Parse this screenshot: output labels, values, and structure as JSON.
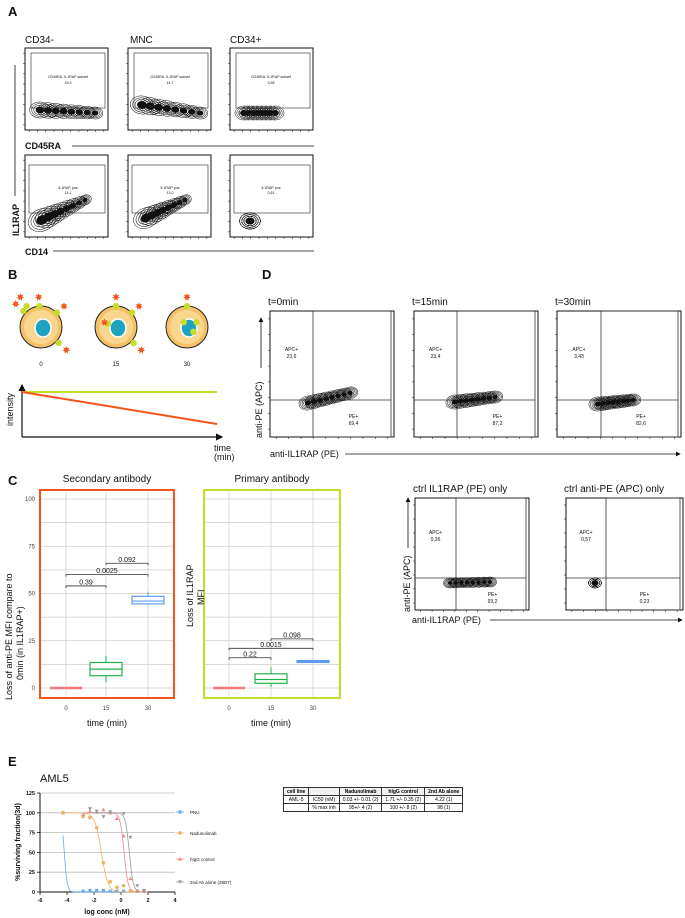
{
  "panel_labels": {
    "a": "A",
    "b": "B",
    "c": "C",
    "d": "D",
    "e": "E"
  },
  "a": {
    "columns": [
      "CD34-",
      "MNC",
      "CD34+"
    ],
    "y_label": "IL1RAP",
    "row1": {
      "x_label": "CD45RA",
      "gates": [
        {
          "name": "CD45RA, IL1RAP subset",
          "value": "15,9"
        },
        {
          "name": "CD45RA, IL1RAP subset",
          "value": "14,7"
        },
        {
          "name": "CD45RA, IL1RAP subset",
          "value": "3,58"
        }
      ]
    },
    "row2": {
      "x_label": "CD14",
      "gates": [
        {
          "name": "IL1RAP pos",
          "value": "14,1"
        },
        {
          "name": "IL1RAP pos",
          "value": "13,0"
        },
        {
          "name": "IL1RAP pos",
          "value": "0,61"
        }
      ]
    }
  },
  "b": {
    "timepoints": [
      "0",
      "15",
      "30"
    ],
    "y_label": "intensity",
    "x_label_1": "time",
    "x_label_2": "(min)",
    "colors": {
      "primary": "#c5dd2a",
      "secondary": "#f2541b"
    }
  },
  "c": {
    "x_label": "time (min)",
    "y_label_secondary_1": "Loss of anti-PE MFI compare to",
    "y_label_secondary_2": "0min (in IL1RAP+)",
    "y_label_primary_1": "Loss of IL1RAP",
    "y_label_primary_2": "MFI",
    "y_ticks": [
      "0",
      "25",
      "50",
      "75",
      "100"
    ],
    "x_ticks": [
      "0",
      "15",
      "30"
    ],
    "plots": [
      {
        "title": "Secondary antibody",
        "frame_color": "#f2541b",
        "boxes": [
          {
            "time": 0,
            "min": 0,
            "q1": 0,
            "median": 0,
            "q3": 0,
            "max": 0,
            "color": "#f0787a"
          },
          {
            "time": 15,
            "min": 3,
            "q1": 6.5,
            "median": 10,
            "q3": 13.5,
            "max": 17,
            "color": "#22b04a"
          },
          {
            "time": 30,
            "min": 44,
            "q1": 44.5,
            "median": 46,
            "q3": 48.5,
            "max": 51,
            "color": "#5b9cf0"
          }
        ],
        "pvalues": [
          {
            "from": 0,
            "to": 15,
            "y": 54,
            "label": "0.39"
          },
          {
            "from": 0,
            "to": 30,
            "y": 60,
            "label": "0.0025"
          },
          {
            "from": 15,
            "to": 30,
            "y": 66,
            "label": "0.092"
          }
        ]
      },
      {
        "title": "Primary antibody",
        "frame_color": "#c5dd2a",
        "boxes": [
          {
            "time": 0,
            "min": 0,
            "q1": 0,
            "median": 0,
            "q3": 0,
            "max": 0,
            "color": "#f0787a"
          },
          {
            "time": 15,
            "min": 0.5,
            "q1": 2.5,
            "median": 4.5,
            "q3": 7.5,
            "max": 11,
            "color": "#22b04a"
          },
          {
            "time": 30,
            "min": 13.5,
            "q1": 13.5,
            "median": 14,
            "q3": 14.5,
            "max": 15,
            "color": "#5b9cf0"
          }
        ],
        "pvalues": [
          {
            "from": 0,
            "to": 15,
            "y": 16,
            "label": "0.22"
          },
          {
            "from": 0,
            "to": 30,
            "y": 21,
            "label": "0.0015"
          },
          {
            "from": 15,
            "to": 30,
            "y": 26,
            "label": "0.098"
          }
        ]
      }
    ]
  },
  "d": {
    "y_label": "anti-PE (APC)",
    "x_label": "anti-IL1RAP (PE)",
    "top": [
      {
        "title": "t=0min",
        "apc_label": "APC+",
        "apc": "23,6",
        "pe_label": "PE+",
        "pe": "69,4"
      },
      {
        "title": "t=15min",
        "apc_label": "APC+",
        "apc": "23,4",
        "pe_label": "PE+",
        "pe": "87,2"
      },
      {
        "title": "t=30min",
        "apc_label": "APC+",
        "apc": "3,43",
        "pe_label": "PE+",
        "pe": "82,6"
      }
    ],
    "controls": [
      {
        "title": "ctrl IL1RAP (PE) only",
        "apc_label": "APC+",
        "apc": "0,36",
        "pe_label": "PE+",
        "pe": "93,2"
      },
      {
        "title": "ctrl anti-PE (APC) only",
        "apc_label": "APC+",
        "apc": "0,57",
        "pe_label": "PE+",
        "pe": "0,23"
      }
    ]
  },
  "e": {
    "table": {
      "headers": [
        "cell line",
        "",
        "Nadunolimab",
        "hIgG control",
        "2nd Ab alone"
      ],
      "rows": [
        [
          "AML-5",
          "IC50 (nM)",
          "0.03 +/- 0.01 (2)",
          "1.71 +/- 0.35 (2)",
          "4.22 (1)"
        ],
        [
          "",
          "% max inh",
          "95+/- 4 (2)",
          "100 +/- 8 (2)",
          "98 (1)"
        ]
      ]
    }
  },
  "chart_data": {
    "type": "scatter",
    "title": "AML5",
    "xlabel": "log conc (nM)",
    "ylabel": "%surviving fraction(3d)",
    "xlim": [
      -6,
      4
    ],
    "ylim": [
      0,
      125
    ],
    "x_ticks": [
      "-6",
      "-4",
      "-2",
      "0",
      "2",
      "4"
    ],
    "y_ticks": [
      "0",
      "25",
      "50",
      "75",
      "100",
      "125"
    ],
    "grid": "horizontal",
    "legend_position": "right",
    "series": [
      {
        "name": "PNU",
        "color": "#6aaaf0",
        "marker": "square",
        "ic50_log": -4.2,
        "x": [
          -4.3,
          -2.8,
          -2.3,
          -1.8,
          -1.3,
          -0.8,
          -0.3,
          0.2,
          0.7,
          1.2,
          1.7
        ],
        "y": [
          100,
          1,
          2,
          2,
          2,
          1,
          1,
          1,
          1,
          1,
          1
        ]
      },
      {
        "name": "Nadunolimab",
        "color": "#f0b060",
        "marker": "circle",
        "ic50_log": -1.45,
        "x": [
          -4.3,
          -2.8,
          -2.3,
          -1.8,
          -1.3,
          -0.8,
          -0.3,
          0.2,
          0.7,
          1.2,
          1.7
        ],
        "y": [
          100,
          95,
          94,
          81,
          37,
          13,
          6,
          8,
          1,
          1,
          1
        ]
      },
      {
        "name": "hIgG control",
        "color": "#f08888",
        "marker": "triangle",
        "ic50_log": 0.23,
        "x": [
          -2.8,
          -2.3,
          -1.8,
          -1.3,
          -0.8,
          -0.3,
          0.2,
          0.7,
          1.2,
          1.7
        ],
        "y": [
          98,
          102,
          101,
          104,
          100,
          93,
          71,
          17,
          1,
          1
        ]
      },
      {
        "name": "2nd Ab alone (28D7)",
        "color": "#999999",
        "marker": "triangle-down",
        "ic50_log": 0.62,
        "x": [
          -2.3,
          -1.8,
          -1.3,
          -0.8,
          0.2,
          0.7,
          1.2,
          1.7
        ],
        "y": [
          105,
          102,
          95,
          101,
          99,
          69,
          8,
          2
        ]
      }
    ]
  }
}
